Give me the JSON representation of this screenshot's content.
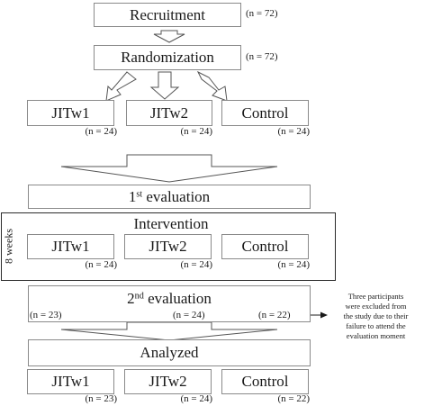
{
  "recruitment": {
    "label": "Recruitment",
    "count": "(n = 72)"
  },
  "randomization": {
    "label": "Randomization",
    "count": "(n = 72)"
  },
  "allocation": {
    "groups": [
      {
        "label": "JITw1",
        "count": "(n = 24)"
      },
      {
        "label": "JITw2",
        "count": "(n = 24)"
      },
      {
        "label": "Control",
        "count": "(n = 24)"
      }
    ]
  },
  "evaluation_1": {
    "ordinal": "1",
    "superscript": "st",
    "label": " evaluation"
  },
  "intervention": {
    "title": "Intervention",
    "duration": "8 weeks",
    "groups": [
      {
        "label": "JITw1",
        "count": "(n = 24)"
      },
      {
        "label": "JITw2",
        "count": "(n = 24)"
      },
      {
        "label": "Control",
        "count": "(n = 24)"
      }
    ]
  },
  "evaluation_2": {
    "ordinal": "2",
    "superscript": "nd",
    "label": " evaluation",
    "counts": [
      "(n = 23)",
      "(n = 24)",
      "(n = 22)"
    ]
  },
  "exclusion_note": {
    "lines": [
      "Three participants",
      "were excluded from",
      "the study due to their",
      "failure to attend the",
      "evaluation moment"
    ]
  },
  "analyzed": {
    "label": "Analyzed",
    "groups": [
      {
        "label": "JITw1",
        "count": "(n = 23)"
      },
      {
        "label": "JITw2",
        "count": "(n = 24)"
      },
      {
        "label": "Control",
        "count": "(n = 22)"
      }
    ]
  },
  "colors": {
    "box_border": "#8a8a8a",
    "frame_border": "#2b2b2b",
    "text": "#1a1a1a"
  }
}
